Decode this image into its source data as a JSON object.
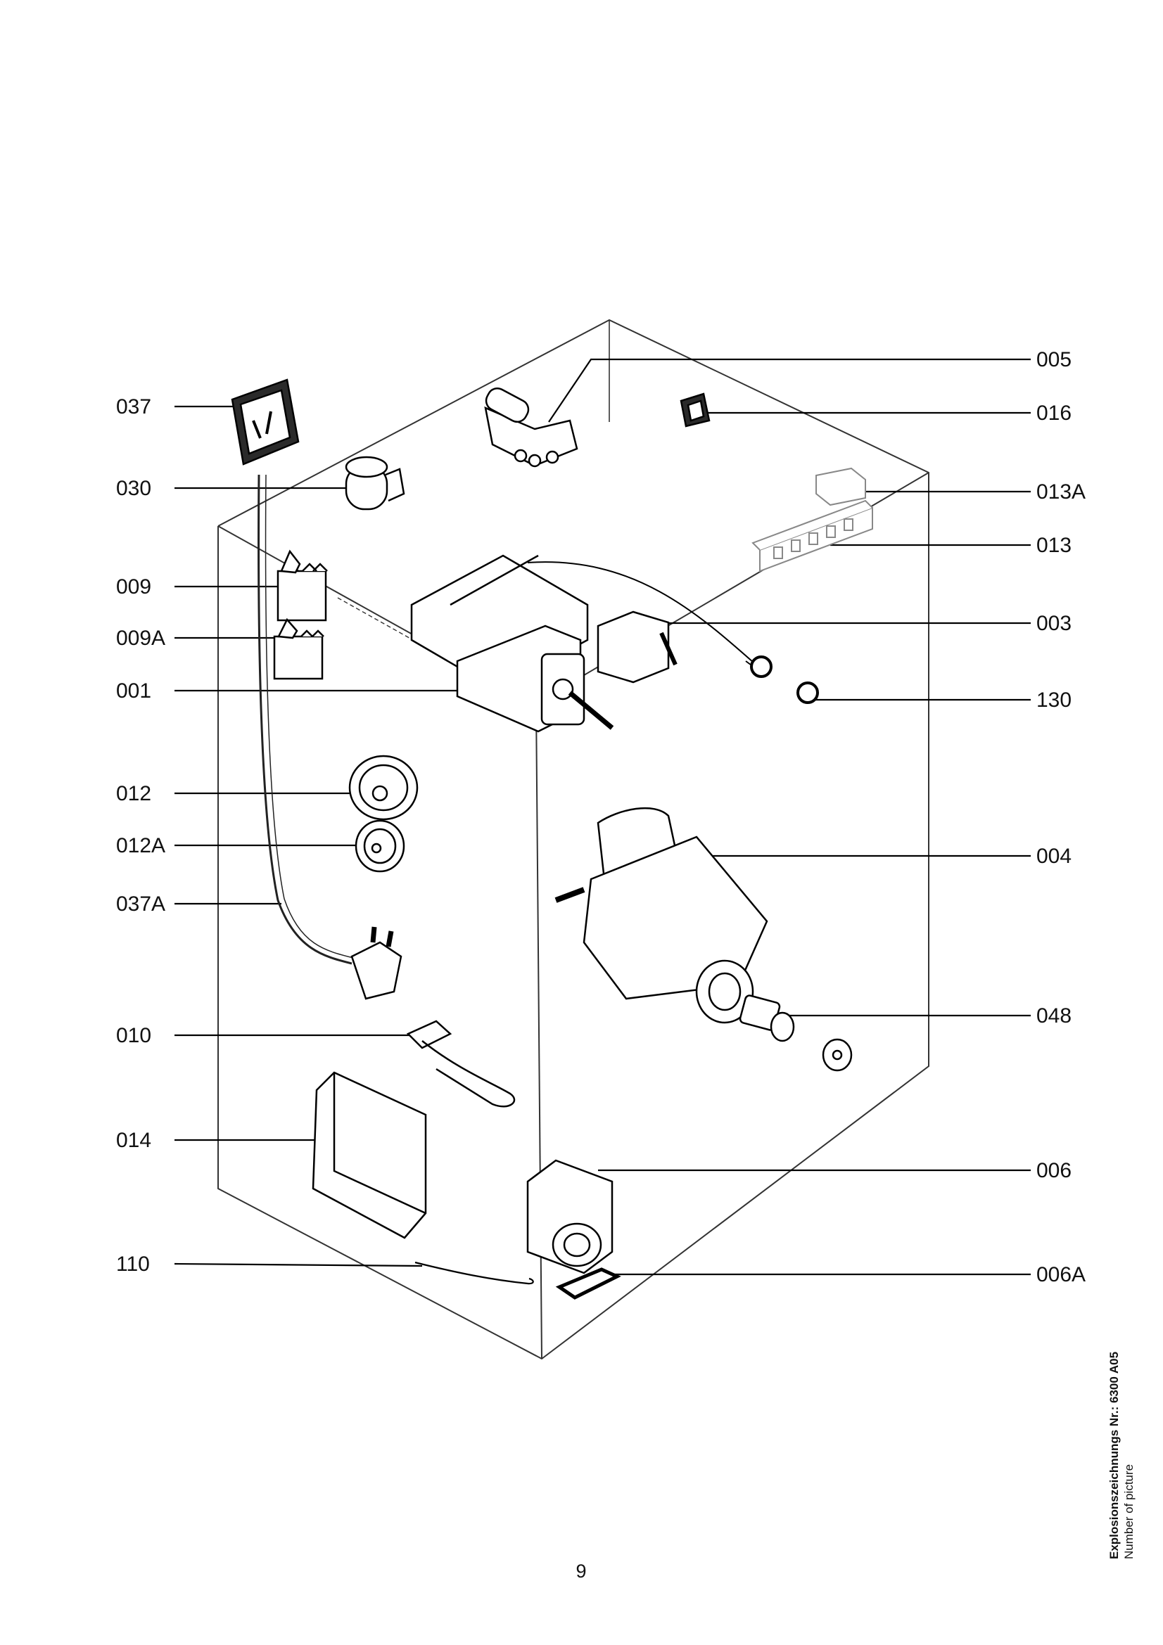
{
  "labels_left": [
    "037",
    "030",
    "009",
    "009A",
    "001",
    "012",
    "012A",
    "037A",
    "010",
    "014",
    "110"
  ],
  "labels_right": [
    "005",
    "016",
    "013A",
    "013",
    "003",
    "130",
    "004",
    "048",
    "006",
    "006A"
  ],
  "page_number": "9",
  "side_caption": {
    "title": "Explosionszeichnungs Nr.: 6300 A05",
    "subtitle": "Number of picture"
  }
}
